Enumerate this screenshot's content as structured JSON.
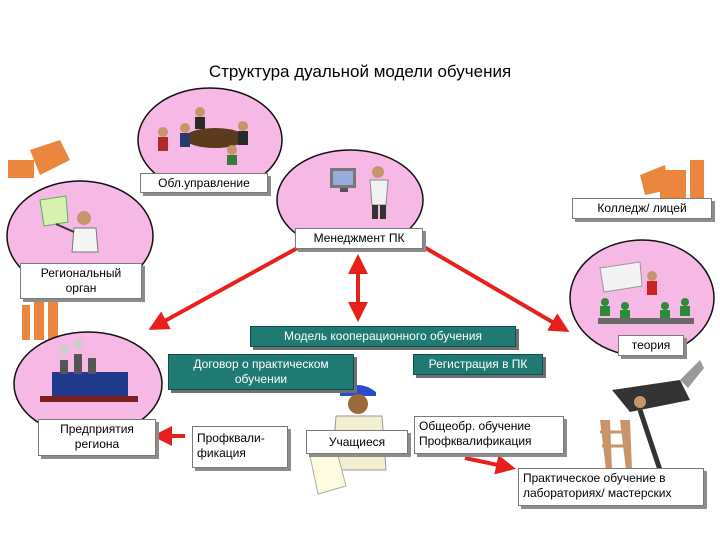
{
  "title": "Структура дуальной  модели обучения",
  "nodes": {
    "obl_upravlenie": "Обл.управление",
    "kolledzh": "Колледж/ лицей",
    "menedzhment": "Менеджмент ПК",
    "regionalny_1": "Региональный",
    "regionalny_2": "орган",
    "model": "Модель кооперационного обучения",
    "dogovor_1": "Договор о практическом",
    "dogovor_2": "обучении",
    "registraciya": "Регистрация в ПК",
    "teoriya": "теория",
    "predpriyatiya_1": "Предприятия",
    "predpriyatiya_2": "региона",
    "profkval_1": "Профквали-",
    "profkval_2": "фикация",
    "uchashchiesya": "Учащиеся",
    "obshcheobr_1": "Общеобр. обучение",
    "obshcheobr_2": "Профквалификация",
    "praktich_1": "Практическое обучение в",
    "praktich_2": "лабораториях/ мастерских"
  },
  "colors": {
    "arrow_red": "#e8201c",
    "circle_fill": "#f6b8e4",
    "teal": "#1f7a74",
    "factory_orange": "#e8792a"
  },
  "icons": [
    "meeting-icon",
    "computer-worker-icon",
    "presenter-icon",
    "classroom-icon",
    "factory-icon",
    "student-icon",
    "tools-icon"
  ]
}
